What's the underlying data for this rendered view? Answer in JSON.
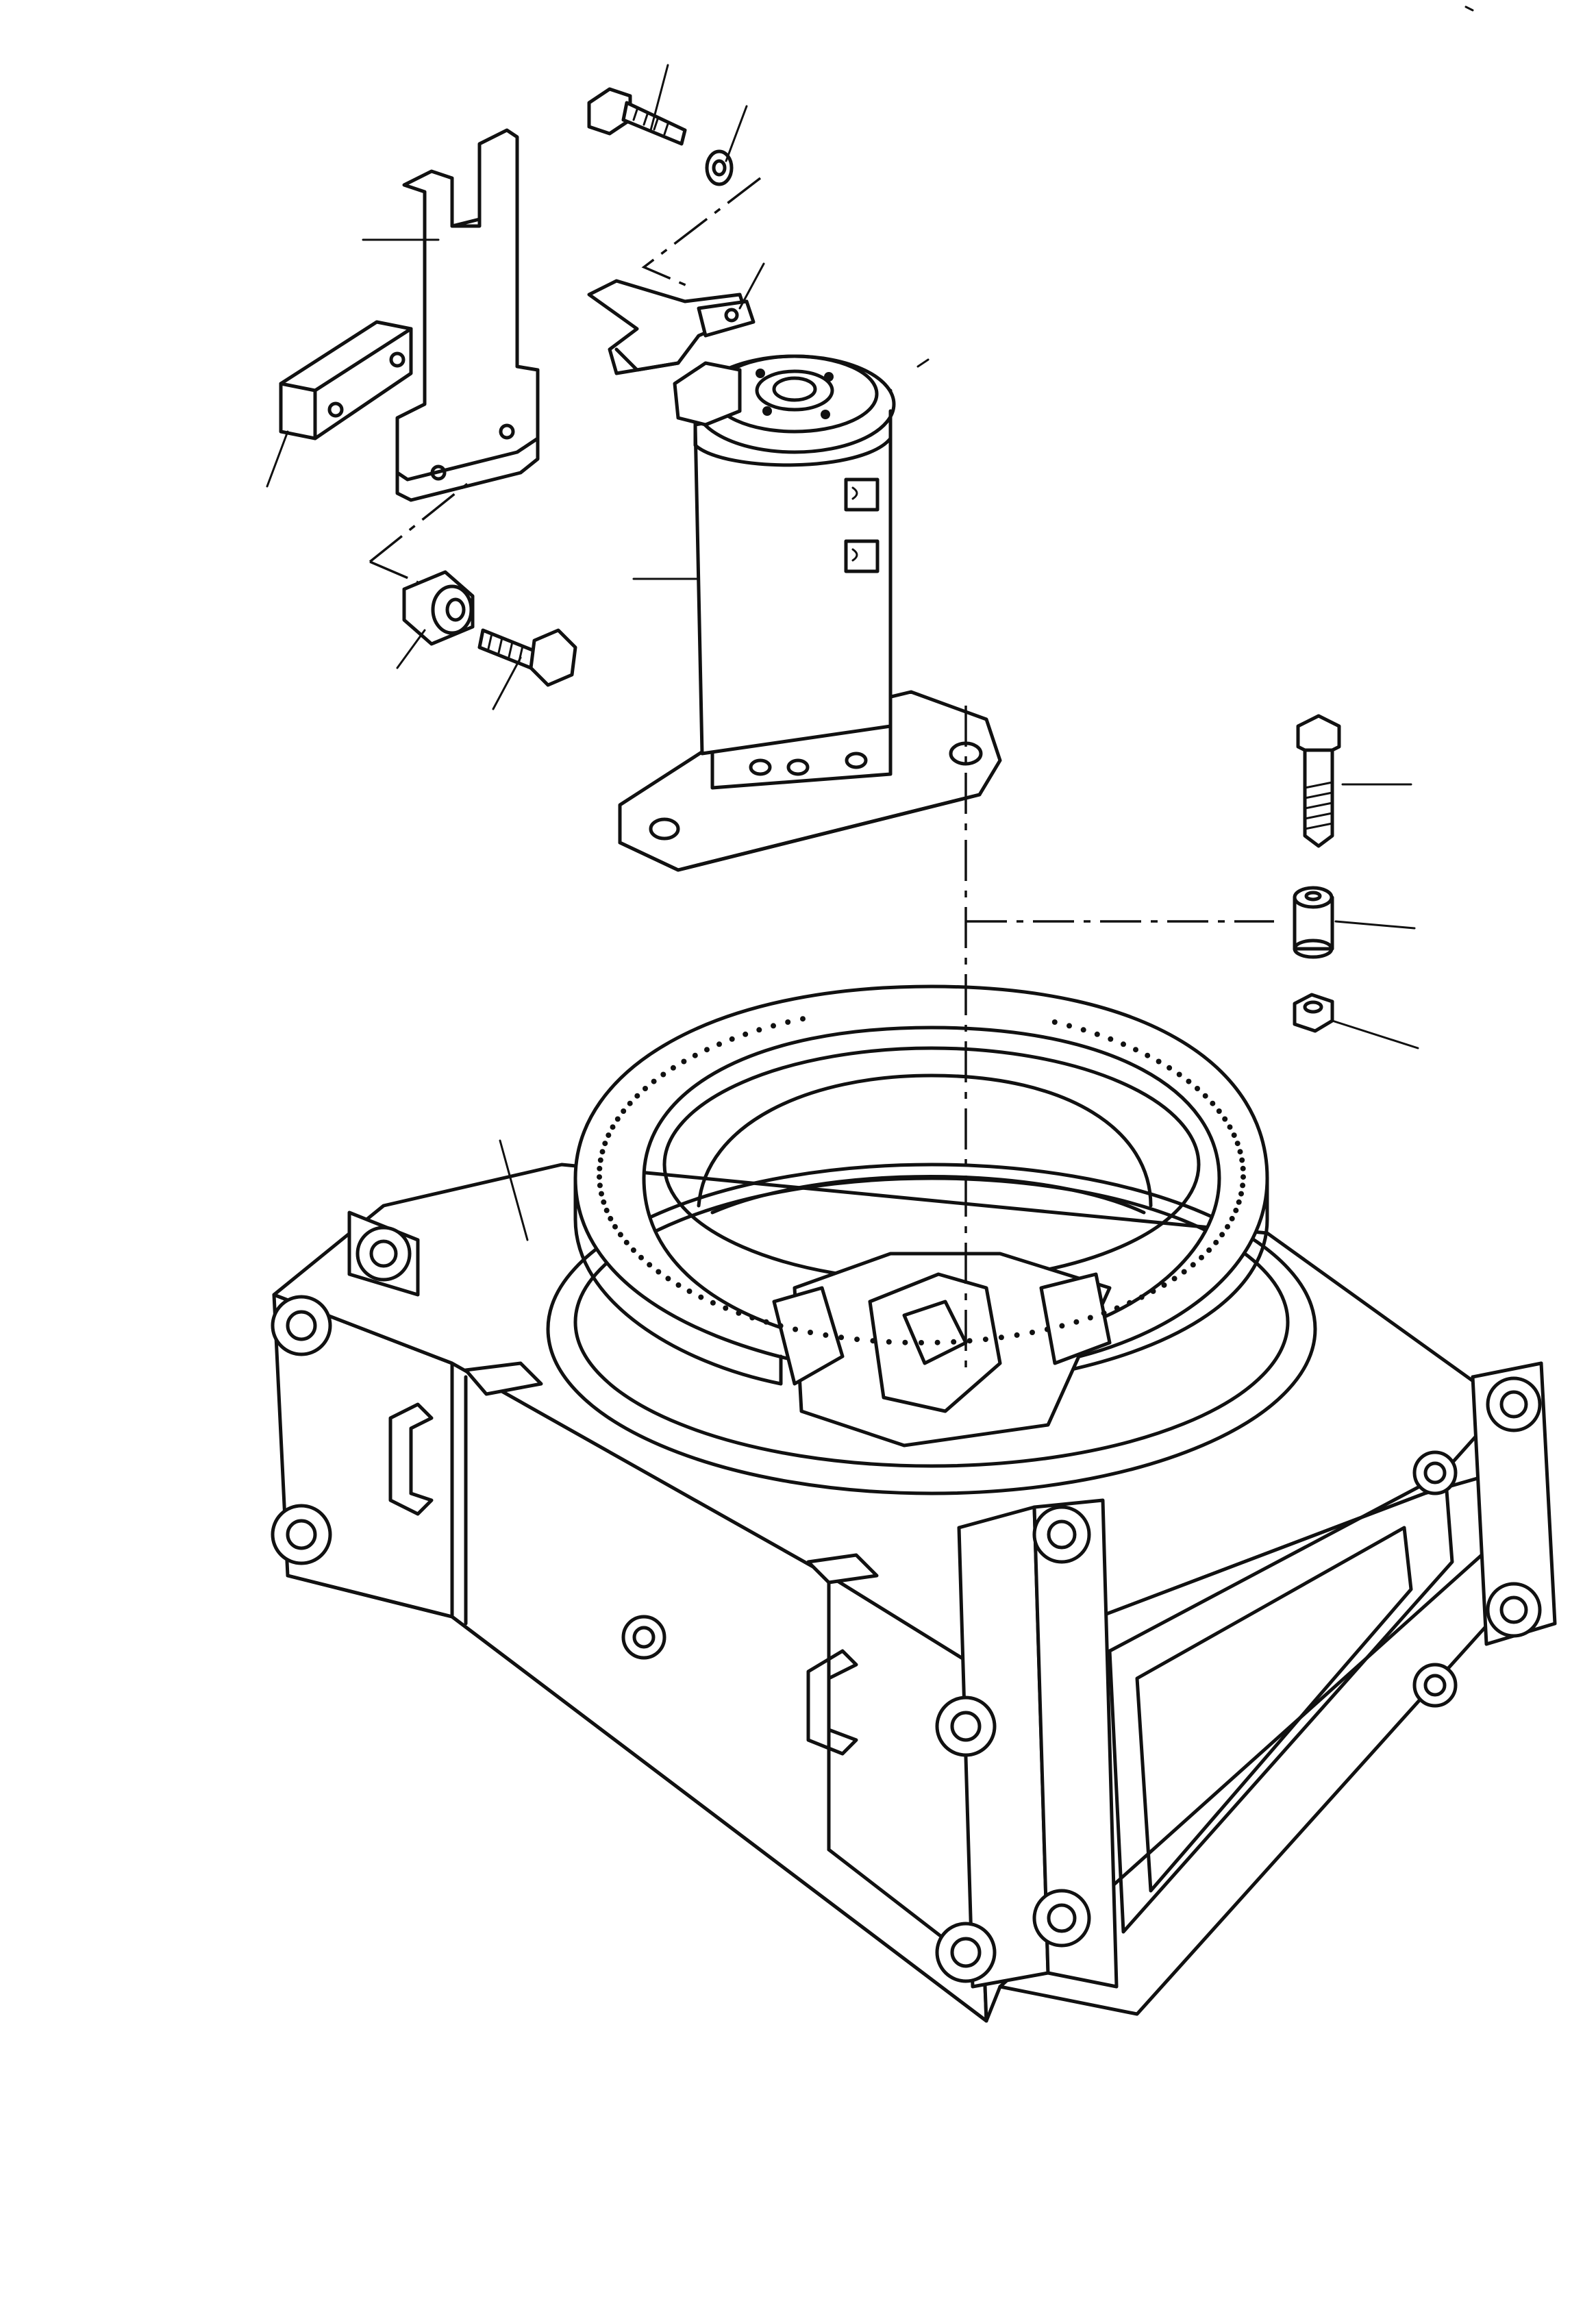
{
  "diagram": {
    "kind": "exploded parts illustration",
    "line_color": "#111111",
    "background": "#ffffff",
    "parts": [
      "slewing-ring-frame",
      "swivel-joint-cylinder",
      "mounting-plate",
      "bracket-plate",
      "spacer-block",
      "stop-lever",
      "bolt-top",
      "washer-top",
      "spacer-sleeve",
      "bolt-lower-left",
      "bolt-right",
      "bushing-right",
      "nut-right"
    ]
  }
}
